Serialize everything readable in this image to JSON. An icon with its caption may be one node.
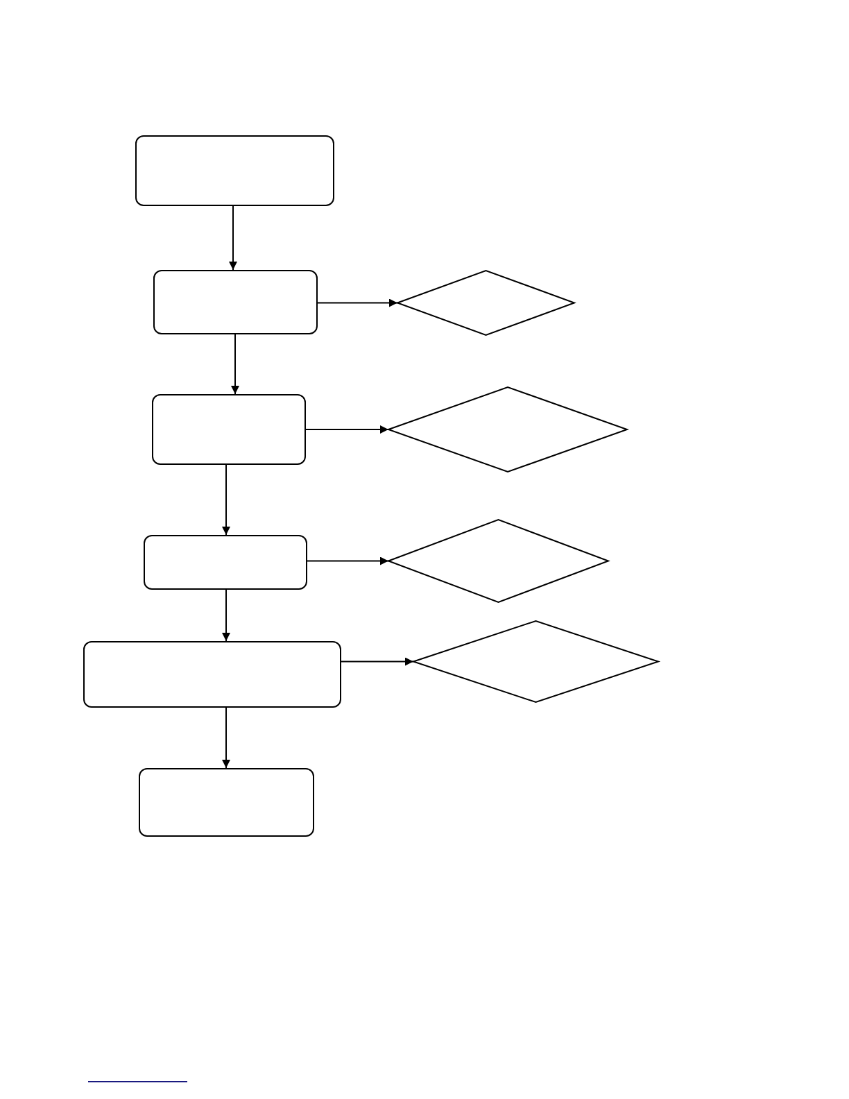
{
  "diagram": {
    "nodes": [
      {
        "text": [],
        "shape": "box"
      },
      {
        "text": [],
        "shape": "box"
      },
      {
        "text": [],
        "shape": "diamond"
      },
      {
        "text": [],
        "shape": "box"
      },
      {
        "text": [],
        "shape": "diamond"
      },
      {
        "text": [],
        "shape": "box"
      },
      {
        "text": [],
        "shape": "diamond"
      },
      {
        "text": [],
        "shape": "box"
      },
      {
        "text": [],
        "shape": "diamond"
      },
      {
        "text": [],
        "shape": "box"
      }
    ],
    "edges": [
      {
        "from": 0,
        "to": 1,
        "arrow": "to"
      },
      {
        "from": 1,
        "to": 2,
        "arrow": "to"
      },
      {
        "from": 1,
        "to": 3,
        "arrow": "to"
      },
      {
        "from": 3,
        "to": 4,
        "arrow": "to"
      },
      {
        "from": 3,
        "to": 5,
        "arrow": "to"
      },
      {
        "from": 5,
        "to": 6,
        "arrow": "to"
      },
      {
        "from": 5,
        "to": 7,
        "arrow": "to"
      },
      {
        "from": 7,
        "to": 8,
        "arrow": "to"
      },
      {
        "from": 7,
        "to": 9,
        "arrow": "to"
      }
    ]
  }
}
